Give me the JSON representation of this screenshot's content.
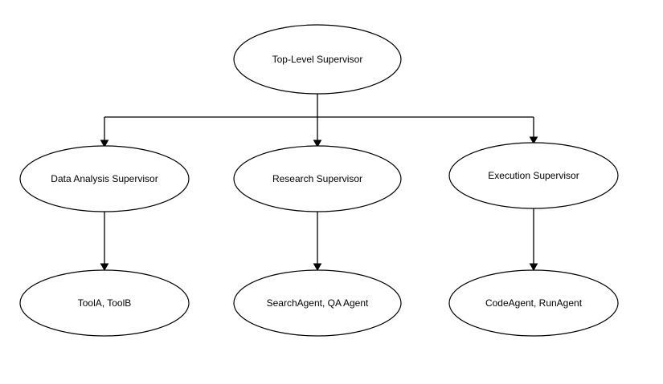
{
  "nodes": {
    "top_level": {
      "label": "Top-Level Supervisor"
    },
    "data_analysis": {
      "label": "Data Analysis Supervisor"
    },
    "research": {
      "label": "Research Supervisor"
    },
    "execution": {
      "label": "Execution Supervisor"
    },
    "tools": {
      "label": "ToolA, ToolB"
    },
    "search_qa": {
      "label": "SearchAgent, QA Agent"
    },
    "code_run": {
      "label": "CodeAgent, RunAgent"
    }
  },
  "edges": [
    {
      "from": "top_level",
      "to": "data_analysis"
    },
    {
      "from": "top_level",
      "to": "research"
    },
    {
      "from": "top_level",
      "to": "execution"
    },
    {
      "from": "data_analysis",
      "to": "tools"
    },
    {
      "from": "research",
      "to": "search_qa"
    },
    {
      "from": "execution",
      "to": "code_run"
    }
  ]
}
